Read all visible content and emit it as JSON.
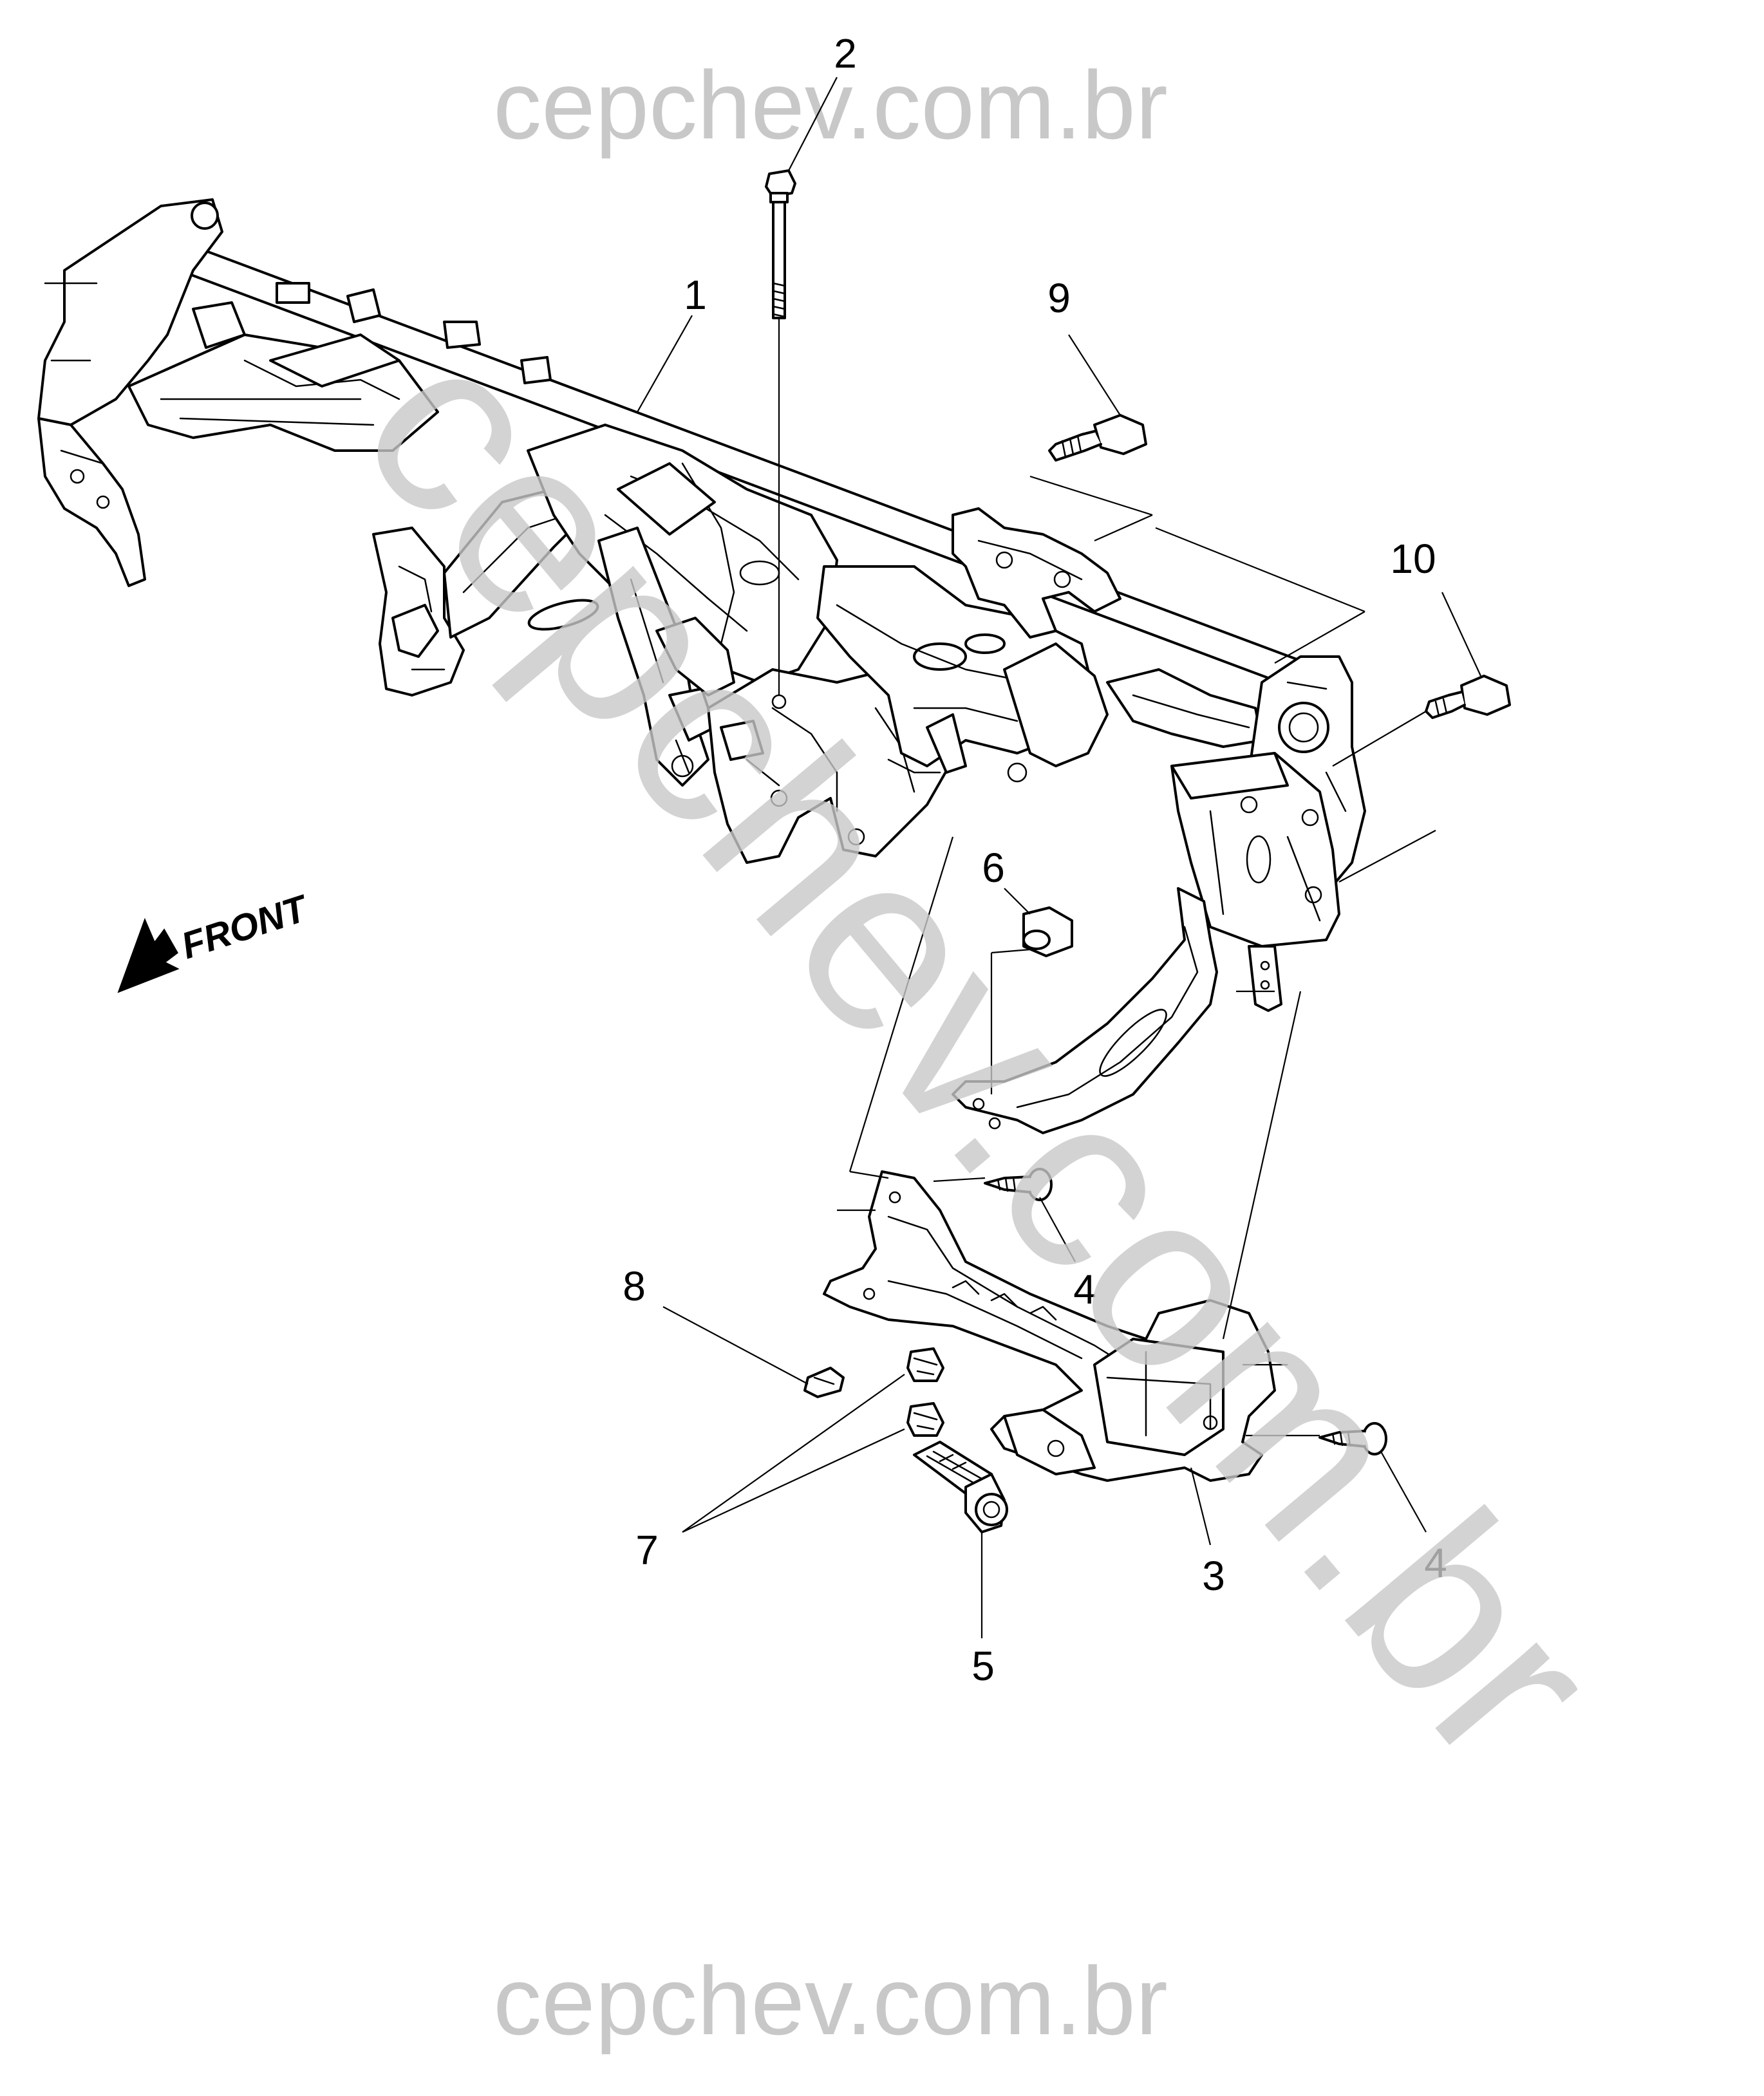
{
  "watermarks": {
    "top": "cepchev.com.br",
    "bottom": "cepchev.com.br",
    "diagonal": "cepchev.com.br"
  },
  "front_label": "FRONT",
  "callouts": [
    {
      "id": "c1",
      "label": "1"
    },
    {
      "id": "c2",
      "label": "2"
    },
    {
      "id": "c3",
      "label": "3"
    },
    {
      "id": "c4a",
      "label": "4"
    },
    {
      "id": "c4b",
      "label": "4"
    },
    {
      "id": "c5",
      "label": "5"
    },
    {
      "id": "c6",
      "label": "6"
    },
    {
      "id": "c7",
      "label": "7"
    },
    {
      "id": "c8",
      "label": "8"
    },
    {
      "id": "c9",
      "label": "9"
    },
    {
      "id": "c10",
      "label": "10"
    }
  ],
  "colors": {
    "line": "#000000",
    "watermark": "#c8c8c8",
    "background": "#ffffff"
  }
}
